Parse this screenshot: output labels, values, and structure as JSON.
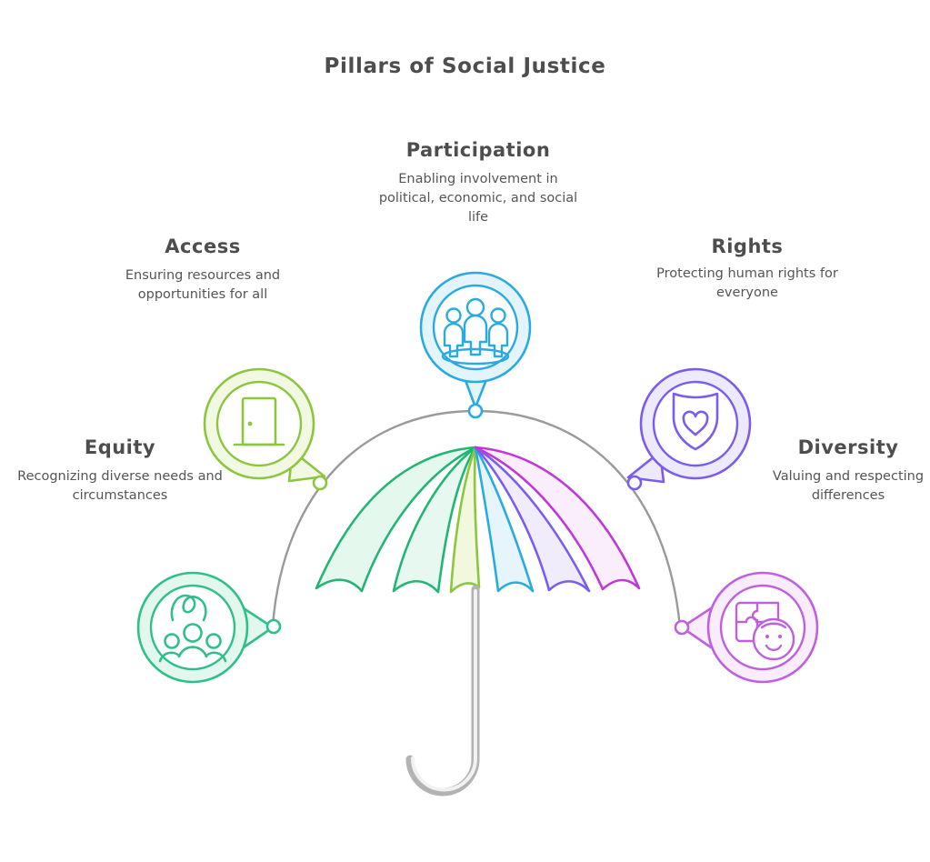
{
  "header": {
    "title": "Pillars of Social Justice"
  },
  "colors": {
    "text": "#4d4d4d",
    "arc": "#9a9a9a",
    "handle": "#b3b3b3",
    "background": "#ffffff"
  },
  "pillars": [
    {
      "id": "access",
      "title": "Access",
      "description": "Ensuring resources and opportunities for all",
      "icon": "door-icon",
      "stroke": "#8cc63f",
      "fill": "#f2f9e3",
      "marker": "#8cc63f"
    },
    {
      "id": "participation",
      "title": "Participation",
      "description": "Enabling involvement in political, economic, and social life",
      "icon": "group-of-people-icon",
      "stroke": "#29abe2",
      "fill": "#e4f4fc",
      "marker": "#29abe2"
    },
    {
      "id": "rights",
      "title": "Rights",
      "description": "Protecting human rights for everyone",
      "icon": "shield-heart-icon",
      "stroke": "#7c5cf0",
      "fill": "#eeeafd",
      "marker": "#7c5cf0"
    },
    {
      "id": "equity",
      "title": "Equity",
      "description": "Recognizing diverse needs and circumstances",
      "icon": "people-growth-icon",
      "stroke": "#2fc08a",
      "fill": "#e2f7ee",
      "marker": "#2fc08a"
    },
    {
      "id": "diversity",
      "title": "Diversity",
      "description": "Valuing and respecting differences",
      "icon": "puzzle-face-icon",
      "stroke": "#c060e0",
      "fill": "#f9ecfb",
      "marker": "#c060e0"
    }
  ],
  "umbrella": {
    "panels": [
      {
        "name": "panel-green",
        "stroke": "#22b573",
        "fill": "#e4f8ee"
      },
      {
        "name": "panel-teal",
        "stroke": "#22b573",
        "fill": "#e6f8ef"
      },
      {
        "name": "panel-olive",
        "stroke": "#8cc63f",
        "fill": "#f1f8de"
      },
      {
        "name": "panel-blue",
        "stroke": "#29abe2",
        "fill": "#e6f5fc"
      },
      {
        "name": "panel-purple",
        "stroke": "#7c5cf0",
        "fill": "#f0ecfc"
      },
      {
        "name": "panel-magenta",
        "stroke": "#c038d8",
        "fill": "#fbeefc"
      }
    ],
    "handle_color": "#b3b3b3",
    "handle_fill": "#f2f2f2"
  }
}
